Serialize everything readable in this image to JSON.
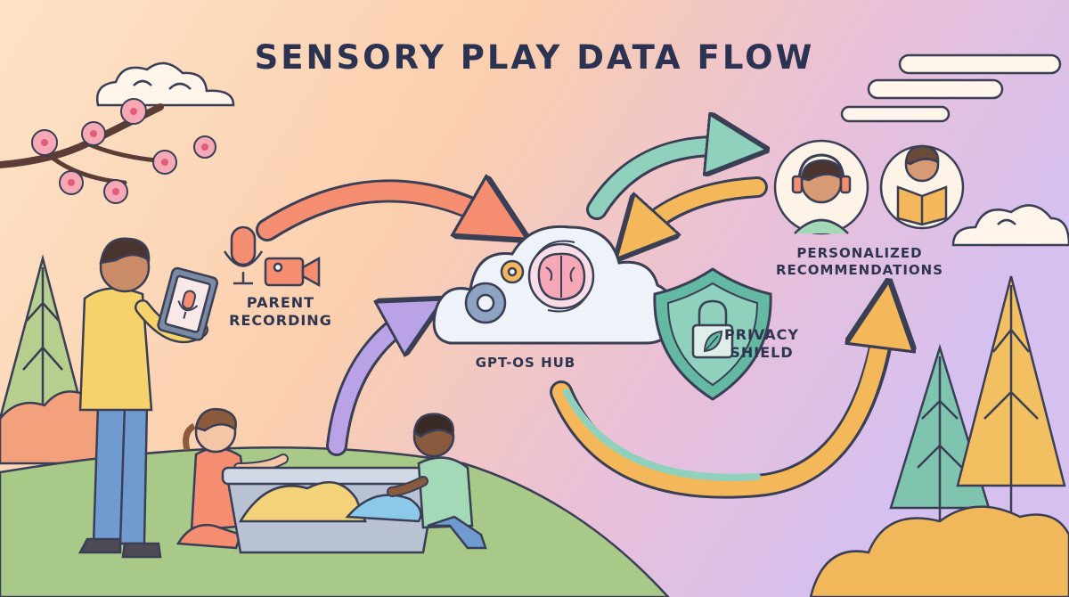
{
  "diagram": {
    "title": "SENSORY PLAY DATA FLOW",
    "labels": {
      "parent_recording": [
        "PARENT",
        "RECORDING"
      ],
      "hub": "GPT-OS HUB",
      "privacy_shield": [
        "PRIVACY",
        "SHIELD"
      ],
      "recommendations": [
        "PERSONALIZED",
        "RECOMMENDATIONS"
      ]
    }
  },
  "icons": {
    "recording": [
      "microphone-icon",
      "video-camera-icon"
    ],
    "hub": [
      "cloud-icon",
      "gear-icon",
      "brain-icon",
      "sync-icon"
    ],
    "privacy": [
      "shield-icon",
      "padlock-icon",
      "leaf-icon"
    ],
    "recommendations": [
      "child-with-headphones",
      "child-reading-book"
    ]
  },
  "colors": {
    "bg_peach": "#fcd3b0",
    "bg_lavender": "#d9c2ee",
    "arrow_coral": "#f58e70",
    "arrow_purple": "#b9a2e6",
    "arrow_teal": "#8fd1bd",
    "arrow_orange": "#f4b85a",
    "shield_teal": "#64b9a3",
    "grass": "#a9c989",
    "text": "#2f3550"
  }
}
